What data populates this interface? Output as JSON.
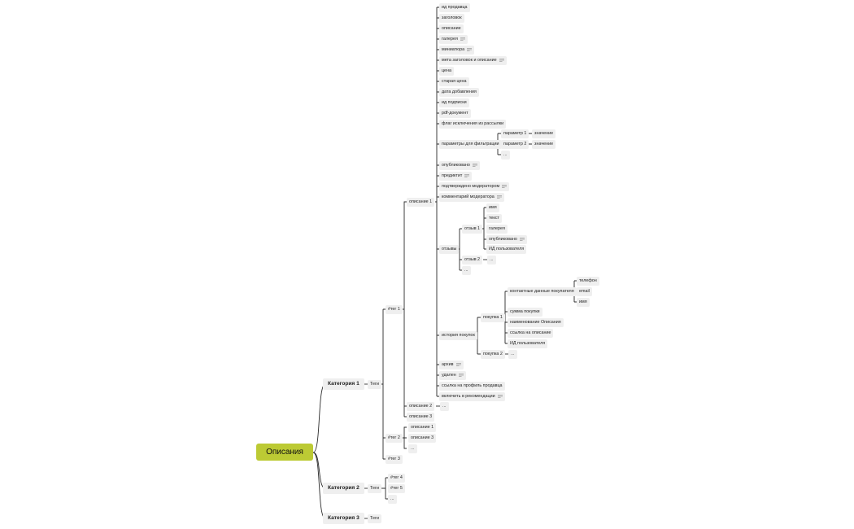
{
  "root": "Описания",
  "categories": [
    "Категория 1",
    "Категория 2",
    "Категория 3"
  ],
  "tags_label": "Теги",
  "tags": [
    "#тег 1",
    "#тег 2",
    "#тег 3",
    "#тег 4",
    "#тег 5"
  ],
  "ellipsis": "...",
  "descriptions": [
    "описание 1",
    "описание 2",
    "описание 3"
  ],
  "fields": [
    "ид продавца",
    "заголовок",
    "описание",
    "галерея",
    "миниатюра",
    "мета заголовок и описание",
    "цена",
    "старая цена",
    "дата добавления",
    "ид подписки",
    "pdf-документ",
    "флаг исключения из рассылки",
    "параметры для фильтрации",
    "опубликовано",
    "предиктит",
    "подтверждено модератором",
    "комментарий модератора",
    "отзывы",
    "история покупок",
    "архив",
    "удален",
    "ссылка на профиль продавца",
    "включить в рекомендации"
  ],
  "parameters": [
    {
      "name": "параметр 1",
      "value": "значение"
    },
    {
      "name": "параметр 2",
      "value": "значение"
    }
  ],
  "reviews": [
    "отзыв 1",
    "отзыв 2"
  ],
  "review_fields": [
    "имя",
    "текст",
    "галерея",
    "опубликовано",
    "ИД пользователя"
  ],
  "purchases": [
    "покупка 1",
    "покупка 2"
  ],
  "purchase_fields": [
    "контактные данные покупателя",
    "сумма покупки",
    "наименование Описания",
    "ссылка на описание",
    "ИД пользователя"
  ],
  "contact_fields": [
    "телефон",
    "email",
    "имя"
  ]
}
